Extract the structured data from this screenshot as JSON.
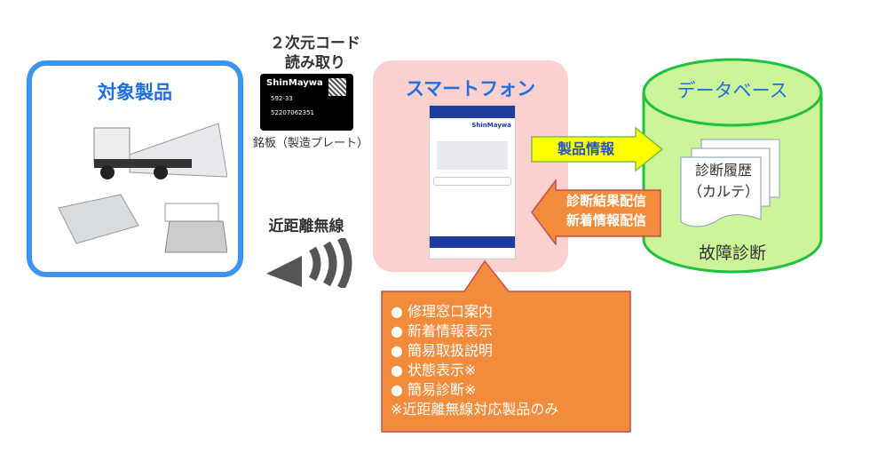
{
  "product": {
    "title": "対象製品"
  },
  "qr": {
    "line1": "２次元コード",
    "line2": "読み取り",
    "plate_brand": "ShinMaywa",
    "plate_model": "592-33",
    "plate_serial": "52207062351",
    "plate_caption": "銘板（製造プレート）"
  },
  "wireless": {
    "label": "近距離無線"
  },
  "smartphone": {
    "title": "スマートフォン",
    "brand": "ShinMaywa"
  },
  "database": {
    "title": "データベース",
    "doc_line1": "診断履歴",
    "doc_line2": "（カルテ）",
    "footer": "故障診断"
  },
  "arrows": {
    "to_db": "製品情報",
    "from_db_line1": "診断結果配信",
    "from_db_line2": "新着情報配信"
  },
  "features": {
    "items": [
      "● 修理窓口案内",
      "● 新着情報表示",
      "● 簡易取扱説明",
      "● 状態表示※",
      "● 簡易診断※"
    ],
    "note": "※近距離無線対応製品のみ"
  },
  "colors": {
    "blue": "#3d94f0",
    "pink": "#fdd0d0",
    "green": "#22c040",
    "orange": "#f28c3c",
    "yellow": "#ffff00"
  }
}
